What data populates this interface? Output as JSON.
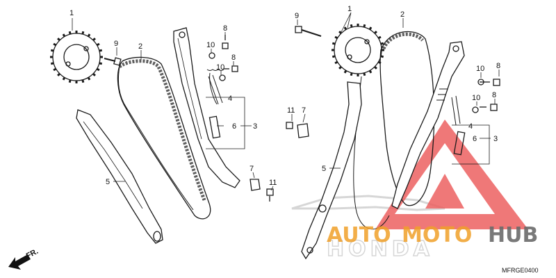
{
  "diagram": {
    "code": "MFRGE0400",
    "direction": "FR.",
    "callouts": {
      "left": {
        "n1": "1",
        "n2": "2",
        "n4": "4",
        "n5": "5",
        "n6": "6",
        "n3": "3",
        "n7": "7",
        "n8a": "8",
        "n8b": "8",
        "n9": "9",
        "n10a": "10",
        "n10b": "10",
        "n11": "11"
      },
      "right": {
        "n1": "1",
        "n2": "2",
        "n4": "4",
        "n5": "5",
        "n6": "6",
        "n3": "3",
        "n7": "7",
        "n8a": "8",
        "n8b": "8",
        "n9": "9",
        "n10a": "10",
        "n10b": "10",
        "n11": "11"
      }
    },
    "watermark": {
      "brand_left": "AUTO",
      "brand_mid": "MOTO",
      "brand_right": "HUB",
      "maker": "HONDA",
      "colors": {
        "red": "#e53a3a",
        "orange": "#f0a02a",
        "gray": "#6b6b6b"
      }
    }
  }
}
